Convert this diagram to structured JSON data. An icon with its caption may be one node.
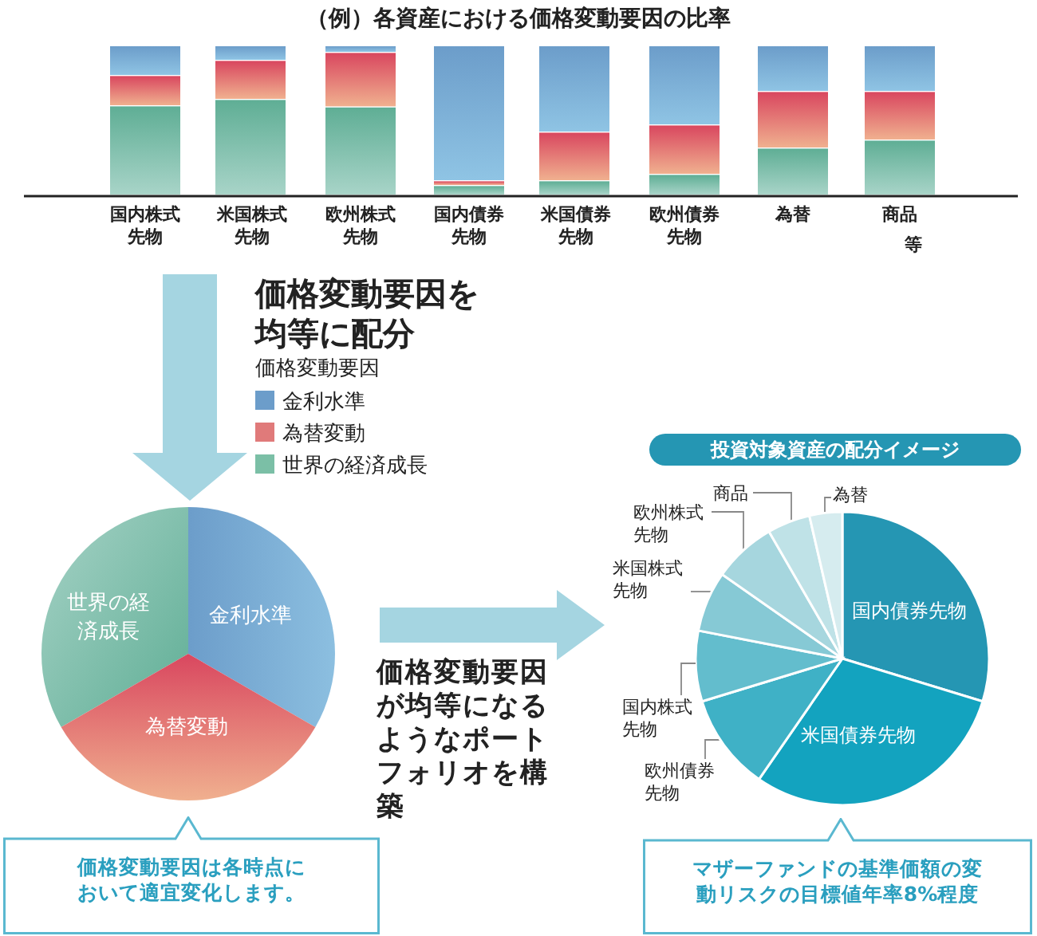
{
  "diagram": {
    "title": "（例）各資産における価格変動要因の比率",
    "nodes": [
      {
        "text": [
          "世界の経済成長",
          "金利水準",
          "為替変動"
        ]
      },
      {
        "text": [
          "価格変動要因は各時点において適宜変化します。"
        ]
      },
      {
        "text": [
          "投資対象資産の配分イメージ"
        ]
      },
      {
        "text": [
          "国内債券先物",
          "米国債券先物"
        ]
      },
      {
        "text": [
          "商品"
        ]
      },
      {
        "text": [
          "為替"
        ]
      },
      {
        "text": [
          "欧州株式先物"
        ]
      },
      {
        "text": [
          "米国株式先物"
        ]
      },
      {
        "text": [
          "国内株式先物"
        ]
      },
      {
        "text": [
          "欧州債券先物"
        ]
      },
      {
        "text": [
          "マザーファンドの基準価額の変動リスクの目標値年率8%程度"
        ]
      }
    ],
    "edges": [
      {
        "from": null,
        "to": 0,
        "arrow": "to",
        "label": "価格変動要因を均等に配分"
      },
      {
        "from": 0,
        "to": 3,
        "arrow": "to",
        "label": "価格変動要因が均等になるようなポートフォリオを構築"
      },
      {
        "from": 4,
        "to": 3,
        "arrow": "none"
      },
      {
        "from": 5,
        "to": 3,
        "arrow": "none"
      },
      {
        "from": 6,
        "to": 3,
        "arrow": "none"
      },
      {
        "from": 7,
        "to": 3,
        "arrow": "none"
      },
      {
        "from": 8,
        "to": 3,
        "arrow": "none"
      },
      {
        "from": 9,
        "to": 3,
        "arrow": "none"
      }
    ],
    "labels": [
      "国内株式先物",
      "米国株式先物",
      "欧州株式先物",
      "国内債券先物",
      "米国債券先物",
      "欧州債券先物",
      "為替",
      "商品",
      "等",
      "価格変動要因"
    ],
    "legend": [
      {
        "text": "金利水準",
        "color": "#6c9dca"
      },
      {
        "text": "為替変動",
        "color": "#e07a7a"
      },
      {
        "text": "世界の経済成長",
        "color": "#7bbfa6"
      }
    ]
  }
}
